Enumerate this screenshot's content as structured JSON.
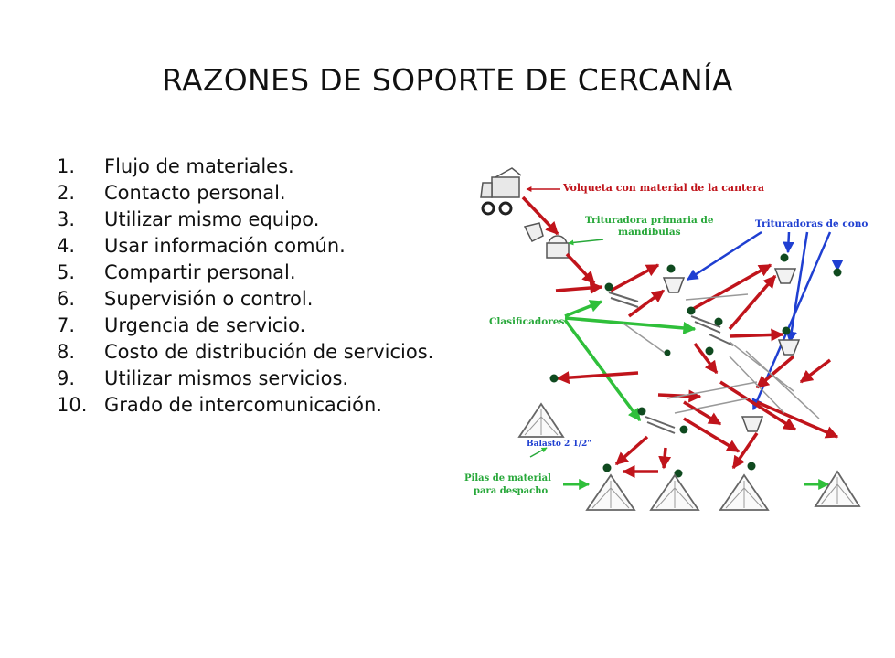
{
  "slide": {
    "title": "RAZONES DE SOPORTE DE CERCANÍA",
    "items": [
      {
        "num": "1.",
        "text": "Flujo de materiales."
      },
      {
        "num": "2.",
        "text": "Contacto personal."
      },
      {
        "num": "3.",
        "text": "Utilizar mismo equipo."
      },
      {
        "num": "4.",
        "text": "Usar información común."
      },
      {
        "num": "5.",
        "text": "Compartir personal."
      },
      {
        "num": "6.",
        "text": "Supervisión o control."
      },
      {
        "num": "7.",
        "text": "Urgencia de servicio."
      },
      {
        "num": "8.",
        "text": "Costo de distribución de servicios."
      },
      {
        "num": "9.",
        "text": "Utilizar mismos servicios."
      },
      {
        "num": "10.",
        "text": "Grado de intercomunicación."
      }
    ]
  },
  "diagram": {
    "labels": {
      "truck": "Volqueta con material de la cantera",
      "primary_crusher_line1": "Trituradora primaria  de",
      "primary_crusher_line2": "mandibulas",
      "cone_crushers": "Trituradoras de cono",
      "classifiers": "Clasificadores",
      "ballast": "Balasto 2 1/2\"",
      "piles_line1": "Pilas de material",
      "piles_line2": "para despacho"
    },
    "colors": {
      "red_arrow": "#c0141b",
      "green_arrow": "#2fbf3a",
      "blue_arrow": "#1f3fd1",
      "red_label": "#c0141b",
      "green_label": "#28a83a",
      "blue_label": "#1f3fd1",
      "node": "#0f4a1f"
    }
  }
}
